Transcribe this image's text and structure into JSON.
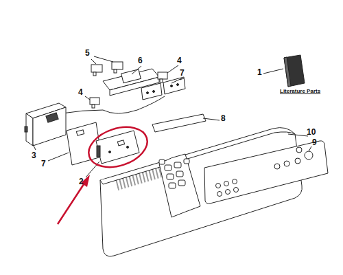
{
  "diagram": {
    "labels": [
      "5",
      "6",
      "4",
      "1",
      "Literature Parts",
      "4",
      "7",
      "8",
      "10",
      "9",
      "3",
      "7",
      "2"
    ]
  }
}
